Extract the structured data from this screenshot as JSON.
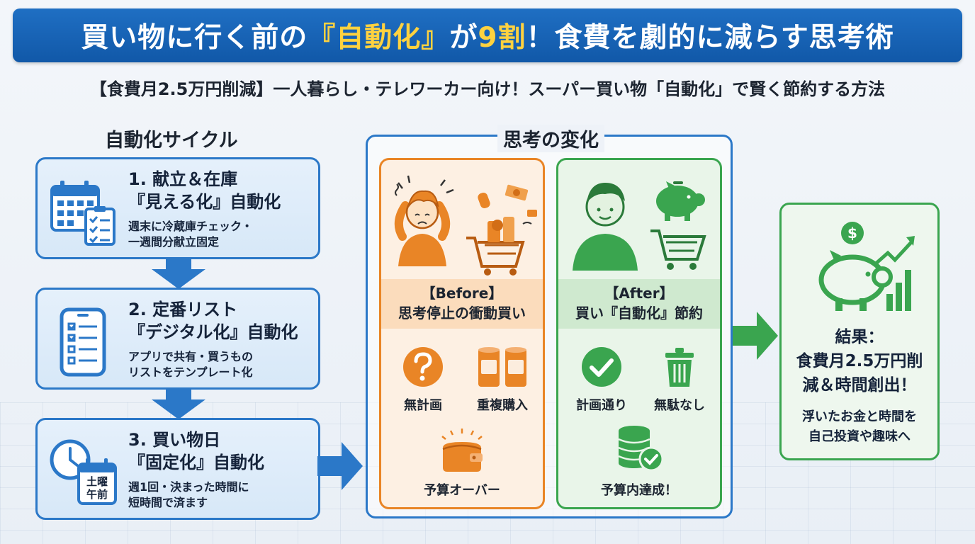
{
  "title": {
    "part1": "買い物に行く前の",
    "highlight1": "『自動化』",
    "part2": "が",
    "highlight2": "9割",
    "part3": "！食費を劇的に減らす思考術"
  },
  "subtitle": "【食費月2.5万円削減】一人暮らし・テレワーカー向け！スーパー買い物「自動化」で賢く節約する方法",
  "cycle": {
    "heading": "自動化サイクル",
    "steps": [
      {
        "num": "1. 献立＆在庫",
        "name": "『見える化』自動化",
        "desc1": "週末に冷蔵庫チェック・",
        "desc2": "一週間分献立固定",
        "icon": "calendar-checklist-icon"
      },
      {
        "num": "2. 定番リスト",
        "name": "『デジタル化』自動化",
        "desc1": "アプリで共有・買うもの",
        "desc2": "リストをテンプレート化",
        "icon": "smartphone-list-icon"
      },
      {
        "num": "3. 買い物日",
        "name": "『固定化』自動化",
        "desc1": "週1回・決まった時間に",
        "desc2": "短時間で済ます",
        "icon": "clock-calendar-icon",
        "calendar_label1": "土曜",
        "calendar_label2": "午前"
      }
    ]
  },
  "change": {
    "heading": "思考の変化",
    "before": {
      "label1": "【Before】",
      "label2": "思考停止の衝動買い",
      "items": [
        "無計画",
        "重複購入",
        "予算オーバー"
      ]
    },
    "after": {
      "label1": "【After】",
      "label2": "買い『自動化』節約",
      "items": [
        "計画通り",
        "無駄なし",
        "予算内達成！"
      ]
    }
  },
  "result": {
    "line1": "結果：",
    "line2": "食費月2.5万円削",
    "line3": "減＆時間創出！",
    "desc1": "浮いたお金と時間を",
    "desc2": "自己投資や趣味へ"
  },
  "colors": {
    "blue": "#2b78c8",
    "orange": "#e98526",
    "green": "#3aa54f",
    "yellow_highlight": "#ffd23f"
  }
}
